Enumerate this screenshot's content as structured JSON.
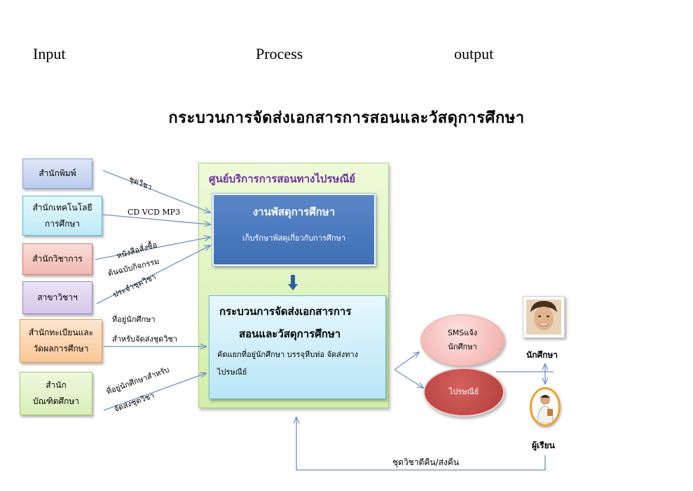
{
  "headers": {
    "input": "Input",
    "process": "Process",
    "output": "output"
  },
  "title": "กระบวนการจัดส่งเอกสารการสอนและวัสดุการศึกษา",
  "inputs": [
    {
      "label": "สำนักพิมพ์",
      "fill": "#c6d4f0",
      "border": "#7f9fd6"
    },
    {
      "label": "สำนักเทคโนโลยีการศึกษา",
      "line1": "สำนักเทคโนโลยี",
      "line2": "การศึกษา",
      "fill": "#c8f0f8",
      "border": "#4fb7d8"
    },
    {
      "label": "สำนักวิชาการ",
      "fill": "#f4c7c0",
      "border": "#d8786c"
    },
    {
      "label": "สาขาวิชาฯ",
      "fill": "#ddd2ec",
      "border": "#9c86c6"
    },
    {
      "label": "สำนักทะเบียนและวัดผลการศึกษา",
      "line1": "สำนักทะเบียนและ",
      "line2": "วัดผลการศึกษา",
      "fill": "#fbd5b0",
      "border": "#e39b52"
    },
    {
      "label": "สำนักบัณฑิตศึกษา",
      "line1": "สำนัก",
      "line2": "บัณฑิตศึกษา",
      "fill": "#e3f3c8",
      "border": "#9ccb63"
    }
  ],
  "arrow_labels": {
    "a1": "ชุดวิชา",
    "a2": "CD VCD MP3",
    "a3": "หนังสือสั่งซื้อ",
    "a4a": "ต้นฉบับกิจกรรม",
    "a4b": "ประจำชุดวิชา",
    "a5a": "ที่อยู่นักศึกษา",
    "a5b": "สำหรับจัดส่งชุดวิชา",
    "a6a": "ที่อยู่นักศึกษาสำหรับ",
    "a6b": "จัดส่งชุดวิชา"
  },
  "center": {
    "title": "ศูนย์บริการการสอนทางไปรษณีย์",
    "store_title": "งานพัสดุการศึกษา",
    "store_desc": "เก็บรักษาพัสดุเกี่ยวกับการศึกษา",
    "process_title_1": "กระบวนการจัดส่งเอกสารการ",
    "process_title_2": "สอนและวัสดุการศึกษา",
    "process_desc_1": "คัดแยกที่อยู่นักศึกษา บรรจุหีบห่อ จัดส่งทาง",
    "process_desc_2": "ไปรษณีย์"
  },
  "outputs": {
    "sms_1": "SMSแจ้ง",
    "sms_2": "นักศึกษา",
    "post": "ไปรษณีย์",
    "student": "นักศึกษา",
    "learner": "ผู้เรียน",
    "return": "ชุดวิชาตีคืน/ส่งคืน"
  },
  "colors": {
    "arrow": "#6f8fc4",
    "center_title": "#7030a0",
    "post_fill": "#c0504d",
    "sms_fill": "#f4b8b4"
  }
}
